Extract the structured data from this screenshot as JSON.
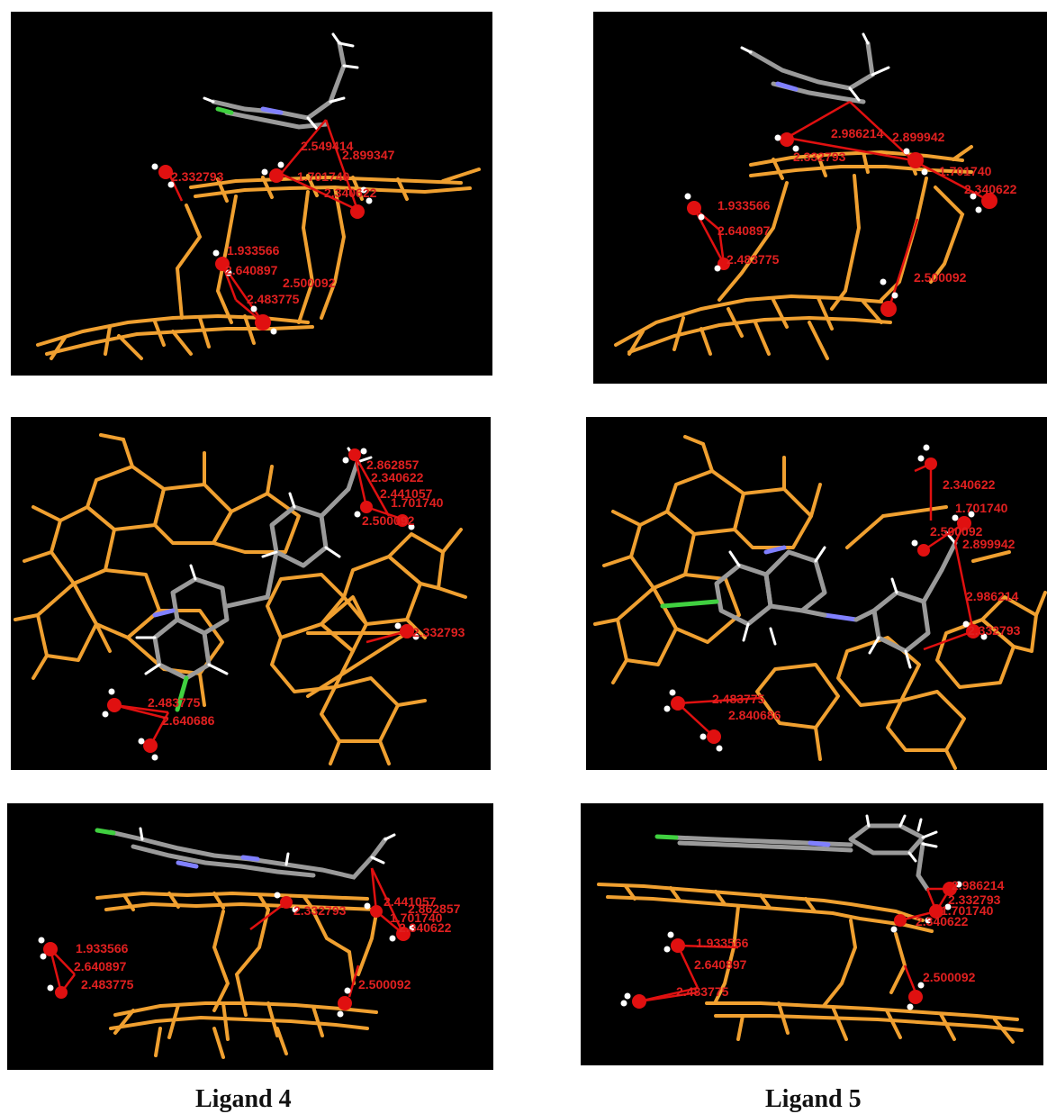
{
  "colors": {
    "background": "#000000",
    "host": "#f0a030",
    "ligand_carbon": "#9a9a9a",
    "nitrogen": "#8080ff",
    "chlorine": "#40d040",
    "hydrogen": "#ffffff",
    "oxygen": "#e01010",
    "bond_line": "#e01010",
    "distance_text": "#e02020"
  },
  "icons": {
    "molecule": "molecular-stick-model-icon",
    "water": "water-molecule-icon"
  },
  "ligand4": {
    "caption": "Ligand 4",
    "views": [
      {
        "labels": [
          "2.332793",
          "2.549414",
          "2.899347",
          "1.701740",
          "2.340622",
          "1.933566",
          "2.640897",
          "2.500092",
          "2.483775"
        ]
      },
      {
        "labels": [
          "2.862857",
          "2.340622",
          "2.441057",
          "1.701740",
          "2.500092",
          "2.332793",
          "2.483775",
          "2.640686"
        ]
      },
      {
        "labels": [
          "2.332793",
          "2.441057",
          "2.862857",
          "1.701740",
          "2.340622",
          "1.933566",
          "2.640897",
          "2.483775",
          "2.500092"
        ]
      }
    ]
  },
  "ligand5": {
    "caption": "Ligand 5",
    "views": [
      {
        "labels": [
          "2.986214",
          "2.899942",
          "2.332793",
          "1.701740",
          "2.340622",
          "1.933566",
          "2.640897",
          "2.483775",
          "2.500092"
        ]
      },
      {
        "labels": [
          "2.340622",
          "1.701740",
          "2.500092",
          "2.899942",
          "2.986214",
          "2.332793",
          "2.483775",
          "2.840686"
        ]
      },
      {
        "labels": [
          "2.986214",
          "2.332793",
          "1.701740",
          "2.340622",
          "1.933566",
          "2.640897",
          "2.483775",
          "2.500092"
        ]
      }
    ]
  }
}
